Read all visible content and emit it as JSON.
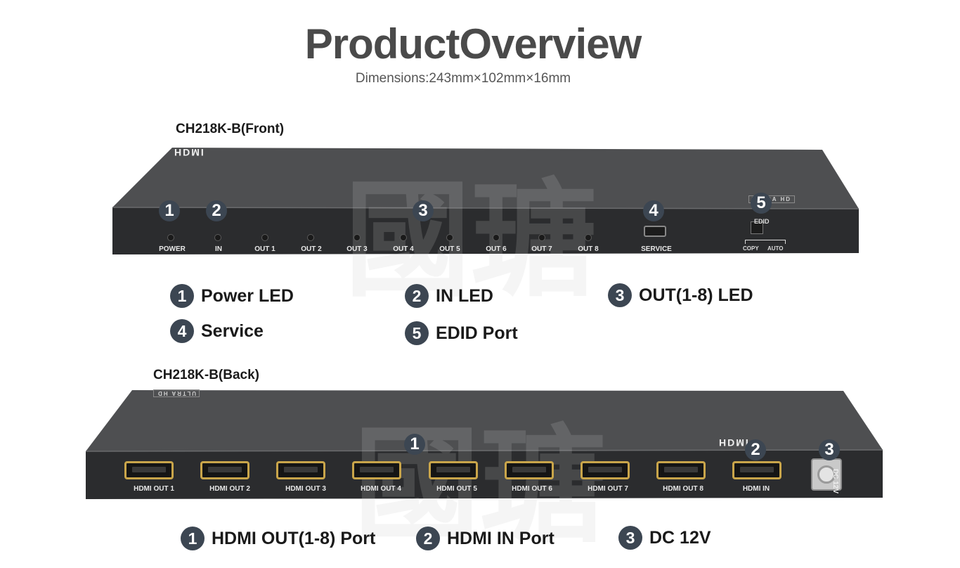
{
  "header": {
    "title": "ProductOverview",
    "subtitle": "Dimensions:243mm×102mm×16mm"
  },
  "front": {
    "caption": "CH218K-B(Front)",
    "logo": "HDMI",
    "brand_tag": "ULTRA HD",
    "labels": [
      "POWER",
      "IN",
      "OUT 1",
      "OUT 2",
      "OUT 3",
      "OUT 4",
      "OUT 5",
      "OUT 6",
      "OUT 7",
      "OUT 8",
      "SERVICE"
    ],
    "edid_label": "EDID",
    "edid_copy": "COPY",
    "edid_auto": "AUTO",
    "badges": [
      "1",
      "2",
      "3",
      "4",
      "5"
    ]
  },
  "front_legend": [
    {
      "num": "1",
      "text": "Power LED"
    },
    {
      "num": "2",
      "text": "IN LED"
    },
    {
      "num": "3",
      "text": "OUT(1-8) LED"
    },
    {
      "num": "4",
      "text": "Service"
    },
    {
      "num": "5",
      "text": "EDID Port"
    }
  ],
  "back": {
    "caption": "CH218K-B(Back)",
    "logo": "HDMI",
    "brand_tag": "ULTRA HD",
    "ports": [
      "HDMI OUT 1",
      "HDMI OUT 2",
      "HDMI OUT 3",
      "HDMI OUT 4",
      "HDMI OUT 5",
      "HDMI OUT 6",
      "HDMI OUT 7",
      "HDMI OUT 8",
      "HDMI IN"
    ],
    "dc_label": "DC 12V",
    "badges": [
      "1",
      "2",
      "3"
    ]
  },
  "back_legend": [
    {
      "num": "1",
      "text": "HDMI OUT(1-8) Port"
    },
    {
      "num": "2",
      "text": "HDMI IN Port"
    },
    {
      "num": "3",
      "text": "DC 12V"
    }
  ],
  "colors": {
    "device_top": "#4e4f51",
    "device_face": "#2a2b2d",
    "badge": "#3c4652",
    "port_gold": "#c9a54a"
  }
}
